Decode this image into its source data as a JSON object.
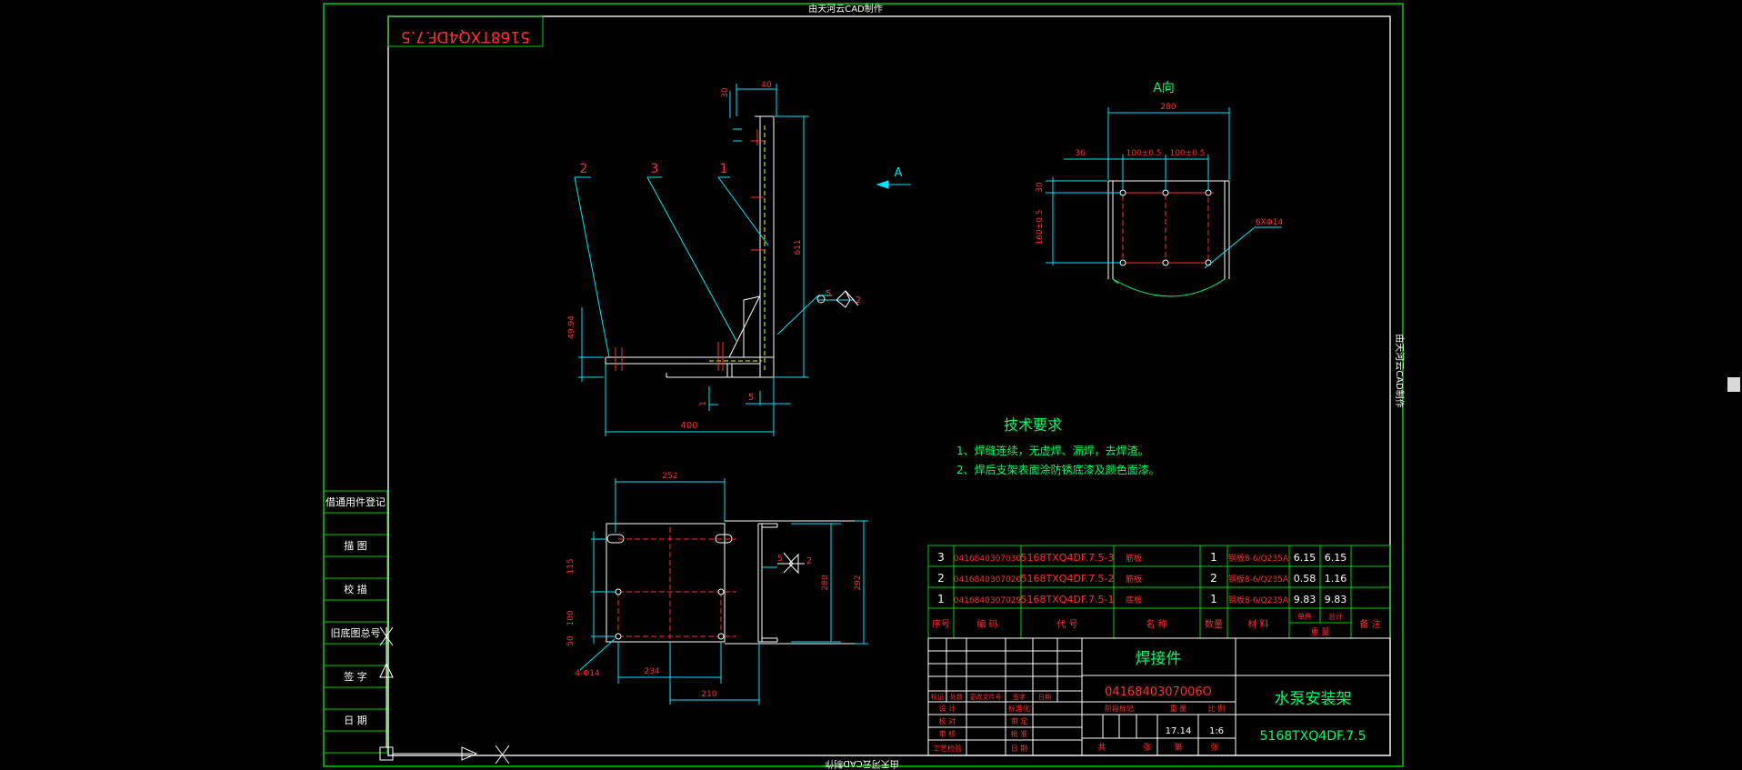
{
  "watermark": "由天河云CAD制作",
  "drawing_code_mirrored": "5168TXQ4DF.7.5",
  "side_labels": [
    "借通用件登记",
    "描 图",
    "校 描",
    "旧底图总号",
    "签 字",
    "日 期"
  ],
  "view_label": "A向",
  "view_arrow_label": "A",
  "callouts": {
    "c1": "1",
    "c2": "2",
    "c3": "3",
    "weld_5": "5",
    "weld_2": "2"
  },
  "dims": {
    "d30_top": "30",
    "d40": "40",
    "d611": "611",
    "d4994": "49.94",
    "d400": "400",
    "d5": "5",
    "d1": "1",
    "d280_top": "280",
    "d36": "36",
    "d100a": "100±0.5",
    "d100b": "100±0.5",
    "d30_right": "30",
    "d160": "160±0.5",
    "holes": "6XΦ14",
    "d252": "252",
    "d234": "234",
    "d210": "210",
    "d115": "115",
    "d100_side": "100",
    "d50": "50",
    "d280_side": "280",
    "d292": "292",
    "holes2": "4-Φ14",
    "weld_lower_5": "5",
    "weld_lower_2": "2"
  },
  "tech_req": {
    "title": "技术要求",
    "items": [
      "1、焊缝连续，无虚焊、漏焊，去焊渣。",
      "2、焊后支架表面涂防锈底漆及颜色面漆。"
    ]
  },
  "bom": {
    "rows": [
      {
        "no": "3",
        "code": "0416840307030",
        "drawing": "5168TXQ4DF.7.5-3",
        "name": "筋板",
        "qty": "1",
        "material": "钢板8-6/Q235A",
        "unit_w": "6.15",
        "total_w": "6.15",
        "note": ""
      },
      {
        "no": "2",
        "code": "0416840307020",
        "drawing": "5168TXQ4DF.7.5-2",
        "name": "筋板",
        "qty": "2",
        "material": "钢板8-6/Q235A",
        "unit_w": "0.58",
        "total_w": "1.16",
        "note": ""
      },
      {
        "no": "1",
        "code": "0416840307029",
        "drawing": "5168TXQ4DF.7.5-1",
        "name": "底板",
        "qty": "1",
        "material": "钢板8-6/Q235A",
        "unit_w": "9.83",
        "total_w": "9.83",
        "note": ""
      }
    ],
    "headers": {
      "no": "序号",
      "code": "编 码",
      "drawing": "代 号",
      "name": "名 称",
      "qty": "数量",
      "material": "材 料",
      "unit": "单件",
      "total": "总计",
      "weight": "重 量",
      "note": "备 注"
    }
  },
  "title_block": {
    "part_type": "焊接件",
    "part_code": "0416840307006O",
    "part_name": "水泵安装架",
    "drawing_no": "5168TXQ4DF.7.5",
    "weight": "17.14",
    "scale": "1:6",
    "labels": {
      "design": "设 计",
      "check": "校 对",
      "review": "审 核",
      "process": "工艺检验",
      "std": "标准化",
      "approve": "审 定",
      "approve2": "批 准",
      "date": "日 期",
      "stage_mark": "阶段标记",
      "weight": "重 量",
      "scale": "比 例",
      "sheet_total": "共",
      "sheet_no": "第",
      "sheet_unit": "张",
      "rev_mark": "标记",
      "rev_count": "处数",
      "rev_doc": "更改文件号",
      "rev_sign": "签字",
      "rev_date": "日期"
    }
  }
}
